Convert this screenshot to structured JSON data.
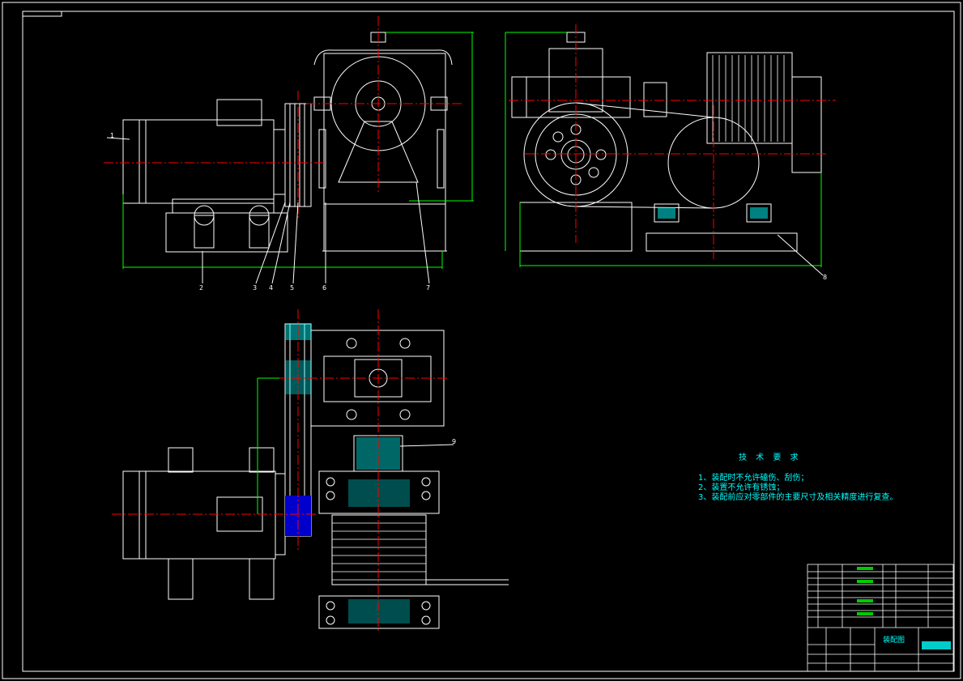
{
  "balloons": [
    "1",
    "2",
    "3",
    "4",
    "5",
    "6",
    "7",
    "8",
    "9"
  ],
  "technical_requirements": {
    "title": "技 术 要 求",
    "items": [
      "1、装配时不允许磕伤、刮伤；",
      "2、装置不允许有锈蚀；",
      "3、装配前应对零部件的主要尺寸及相关精度进行复查。"
    ]
  },
  "title_block": {
    "drawing_name": "装配图"
  },
  "colors": {
    "background": "#000000",
    "outline": "#ffffff",
    "centerline": "#ff0000",
    "dimension": "#00ff00",
    "hatch": "#00ffff",
    "part_fill": "#0000cc",
    "note_text": "#00ffff"
  }
}
